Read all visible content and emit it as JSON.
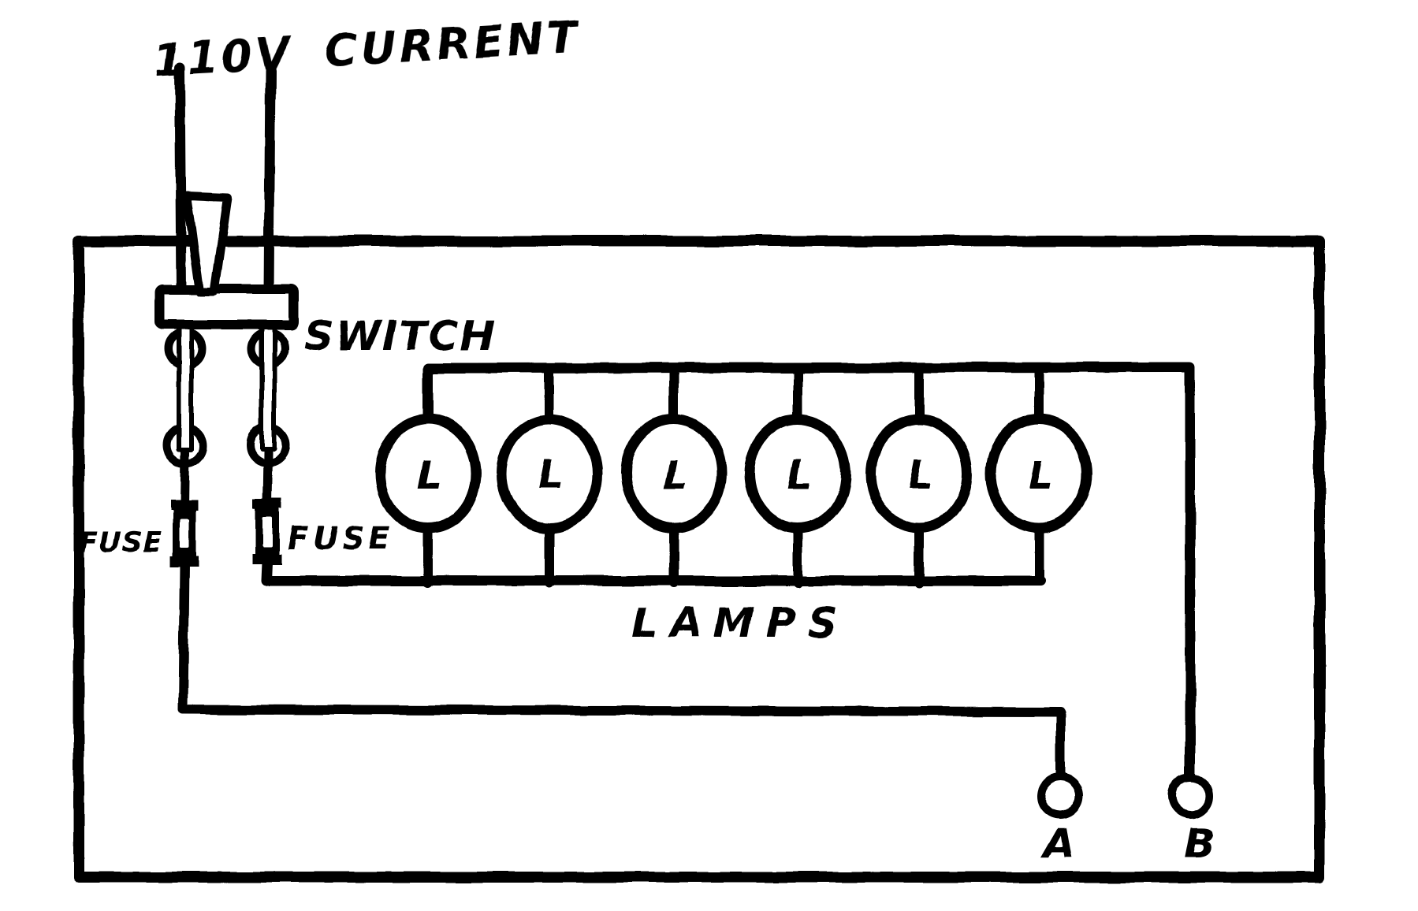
{
  "diagram": {
    "background_color": "#ffffff",
    "ink_color": "#000000",
    "title": "110V CURRENT",
    "switch": {
      "label": "SWITCH"
    },
    "fuses": {
      "left_label": "FUSE",
      "right_label": "FUSE"
    },
    "lamps": {
      "label": "LAMPS",
      "lamp_symbol": "L",
      "count": 6
    },
    "terminals": {
      "a_label": "A",
      "b_label": "B"
    }
  }
}
